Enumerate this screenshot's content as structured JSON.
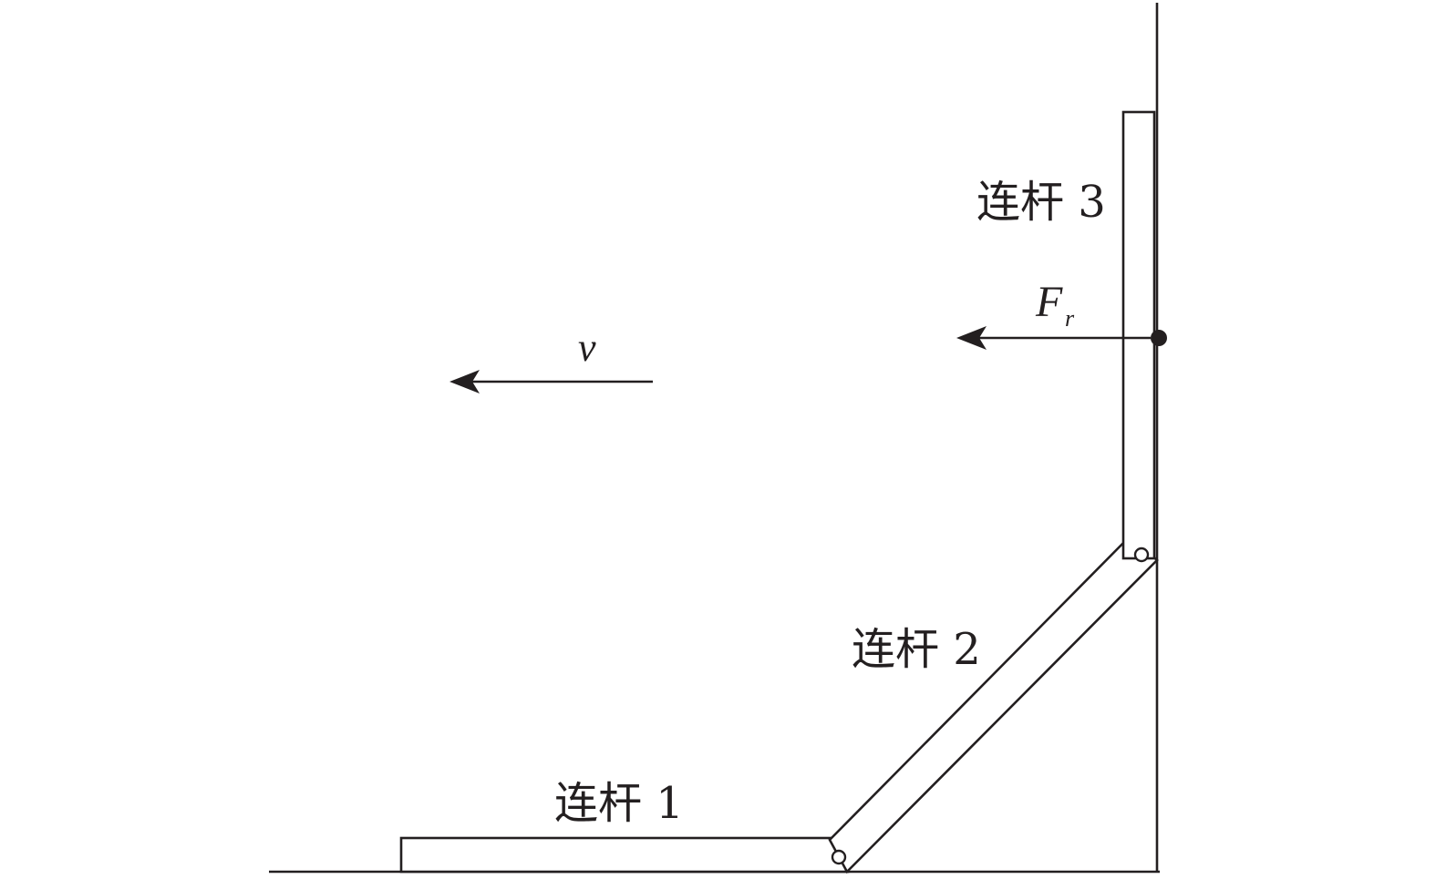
{
  "diagram": {
    "labels": {
      "link1": "连杆 1",
      "link2": "连杆 2",
      "link3": "连杆 3",
      "velocity": "v",
      "force_main": "F",
      "force_sub": "r"
    }
  }
}
